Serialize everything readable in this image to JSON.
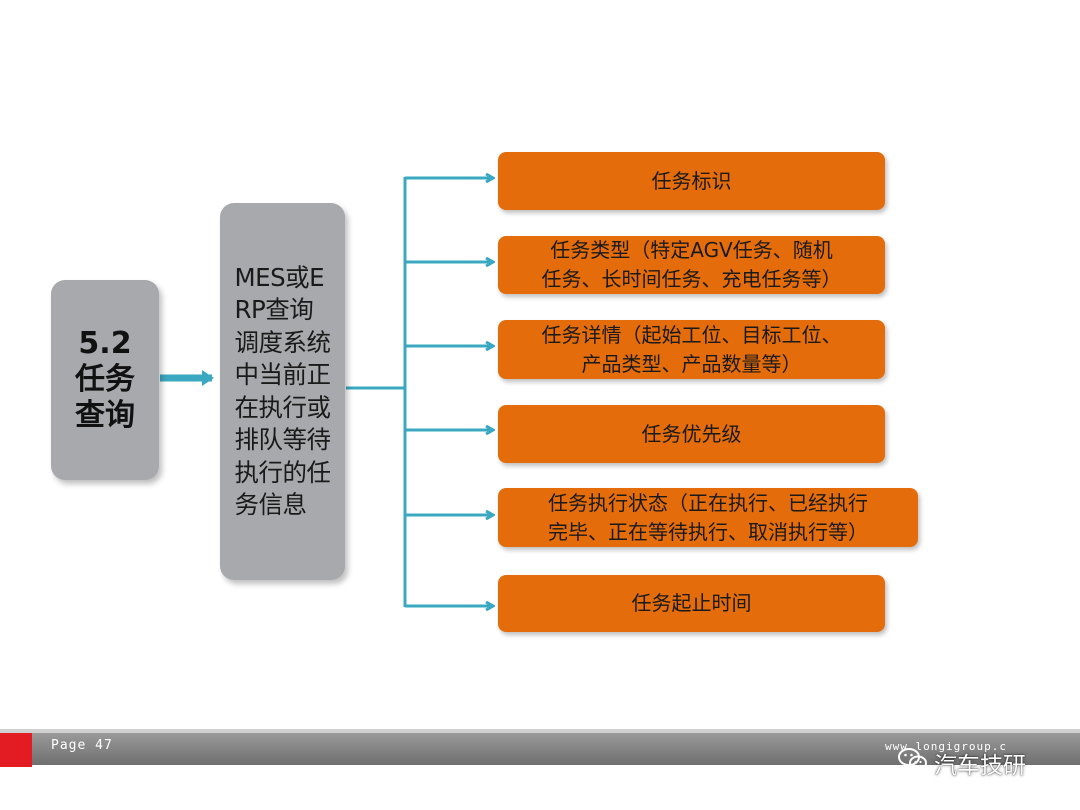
{
  "left_box": {
    "lines": [
      "5.2",
      "任务",
      "查询"
    ]
  },
  "middle_box": {
    "text": "MES或ERP查询调度系统中当前正在执行或排队等待执行的任务信息"
  },
  "items": [
    {
      "lines": [
        "任务标识"
      ]
    },
    {
      "lines": [
        "任务类型（特定AGV任务、随机",
        "任务、长时间任务、充电任务等）"
      ]
    },
    {
      "lines": [
        "任务详情（起始工位、目标工位、",
        "产品类型、产品数量等）"
      ]
    },
    {
      "lines": [
        "任务优先级"
      ]
    },
    {
      "lines": [
        "任务执行状态（正在执行、已经执行",
        "完毕、正在等待执行、取消执行等）"
      ]
    },
    {
      "lines": [
        "任务起止时间"
      ]
    }
  ],
  "footer": {
    "page_label": "Page  47",
    "url": "www.longigroup.c",
    "watermark": "汽车技研"
  },
  "colors": {
    "orange": "#e46c0a",
    "gray_box": "#a8a9ad",
    "connector": "#3aa8c1",
    "footer_red": "#e31b23"
  },
  "icons": {
    "watermark_icon": "wechat-icon"
  }
}
